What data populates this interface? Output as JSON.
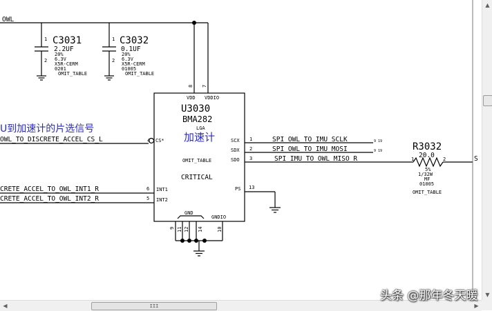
{
  "net_top_left": "OWL",
  "capacitors": [
    {
      "ref": "C3031",
      "value": "2.2UF",
      "tol": "20%",
      "voltage": "6.3V",
      "dielectric": "X5R-CERM",
      "package": "0201",
      "note": "OMIT_TABLE",
      "pin1": "1",
      "pin2": "2"
    },
    {
      "ref": "C3032",
      "value": "0.1UF",
      "tol": "20%",
      "voltage": "6.3V",
      "dielectric": "X5R-CERM",
      "package": "01005",
      "note": "OMIT_TABLE",
      "pin1": "1",
      "pin2": "2"
    }
  ],
  "ic": {
    "ref": "U3030",
    "part": "BMA282",
    "package": "LGA",
    "cn_label": "加速计",
    "omit": "OMIT_TABLE",
    "critical": "CRITICAL",
    "pins_top": [
      {
        "num": "8",
        "name": "VDD"
      },
      {
        "num": "7",
        "name": "VDDIO"
      }
    ],
    "pin_cs": {
      "num": "4",
      "name": "CS*"
    },
    "pin_int1": {
      "num": "6",
      "name": "INT1"
    },
    "pin_int2": {
      "num": "5",
      "name": "INT2"
    },
    "pins_right": [
      {
        "num": "1",
        "name": "SCX",
        "net": "SPI_OWL_TO_IMU_SCLK",
        "ref": "9 19"
      },
      {
        "num": "2",
        "name": "SDX",
        "net": "SPI_OWL_TO_IMU_MOSI",
        "ref": "9 19"
      },
      {
        "num": "3",
        "name": "SDO",
        "net": "SPI_IMU_TO_OWL_MISO_R",
        "ref": ""
      }
    ],
    "pin_ps": {
      "num": "13",
      "name": "PS"
    },
    "gnd_label": "GND",
    "gndio_label": "GNDIO",
    "pins_bottom": [
      "9",
      "11",
      "12",
      "14",
      "10"
    ]
  },
  "cs_annotation": "U到加速计的片选信号",
  "net_cs": "OWL_TO_DISCRETE_ACCEL_CS_L",
  "net_int1": "CRETE_ACCEL_TO_OWL_INT1_R",
  "net_int2": "CRETE_ACCEL_TO_OWL_INT2_R",
  "resistor": {
    "ref": "R3032",
    "value": "20.0",
    "tol": "5%",
    "power": "1/32W",
    "type": "MF",
    "package": "01005",
    "note": "OMIT_TABLE",
    "pin1": "1",
    "pin2": "2",
    "net_out": "S"
  },
  "scrollbar": {
    "thumb_grip": "III",
    "left_arrow": "◀",
    "right_arrow": "▶",
    "up_arrow": "▲",
    "down_arrow": "▼"
  },
  "watermark": "头条 @那年冬天暖"
}
